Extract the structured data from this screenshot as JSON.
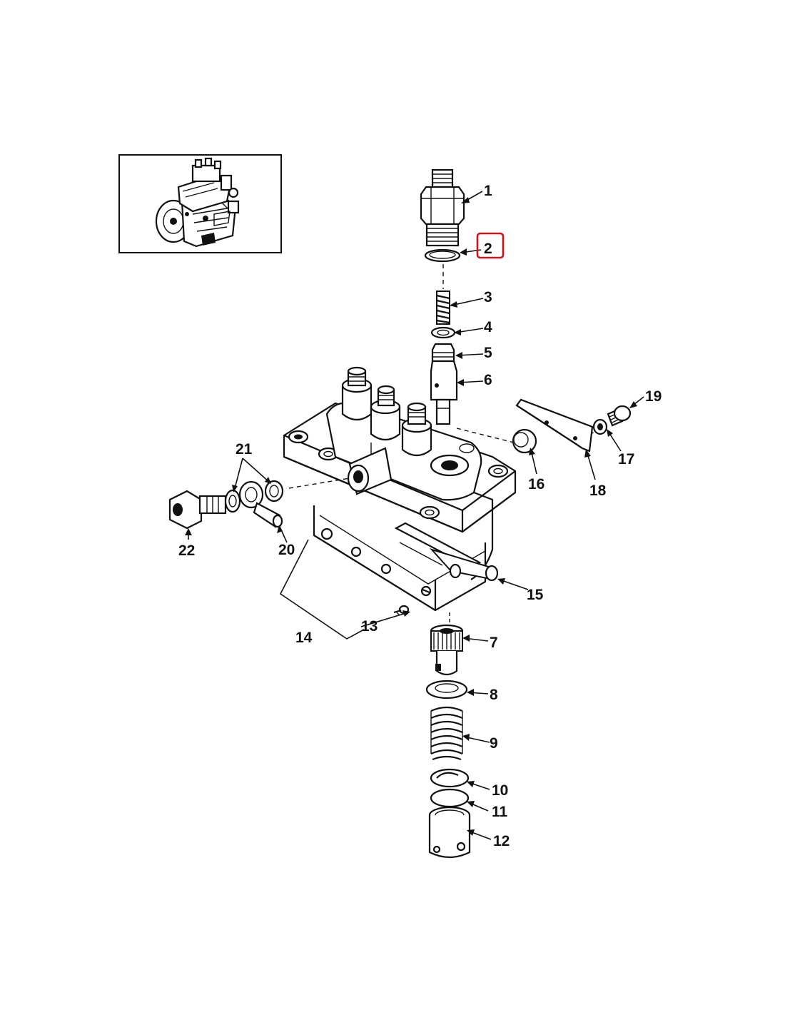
{
  "callouts": [
    {
      "id": "1",
      "label": "1"
    },
    {
      "id": "2",
      "label": "2"
    },
    {
      "id": "3",
      "label": "3"
    },
    {
      "id": "4",
      "label": "4"
    },
    {
      "id": "5",
      "label": "5"
    },
    {
      "id": "6",
      "label": "6"
    },
    {
      "id": "7",
      "label": "7"
    },
    {
      "id": "8",
      "label": "8"
    },
    {
      "id": "9",
      "label": "9"
    },
    {
      "id": "10",
      "label": "10"
    },
    {
      "id": "11",
      "label": "11"
    },
    {
      "id": "12",
      "label": "12"
    },
    {
      "id": "13",
      "label": "13"
    },
    {
      "id": "14",
      "label": "14"
    },
    {
      "id": "15",
      "label": "15"
    },
    {
      "id": "16",
      "label": "16"
    },
    {
      "id": "17",
      "label": "17"
    },
    {
      "id": "18",
      "label": "18"
    },
    {
      "id": "19",
      "label": "19"
    },
    {
      "id": "20",
      "label": "20"
    },
    {
      "id": "21",
      "label": "21"
    },
    {
      "id": "22",
      "label": "22"
    }
  ],
  "highlighted_callout": "2",
  "colors": {
    "line": "#111111",
    "background": "#ffffff",
    "highlight": "#d0121b"
  }
}
